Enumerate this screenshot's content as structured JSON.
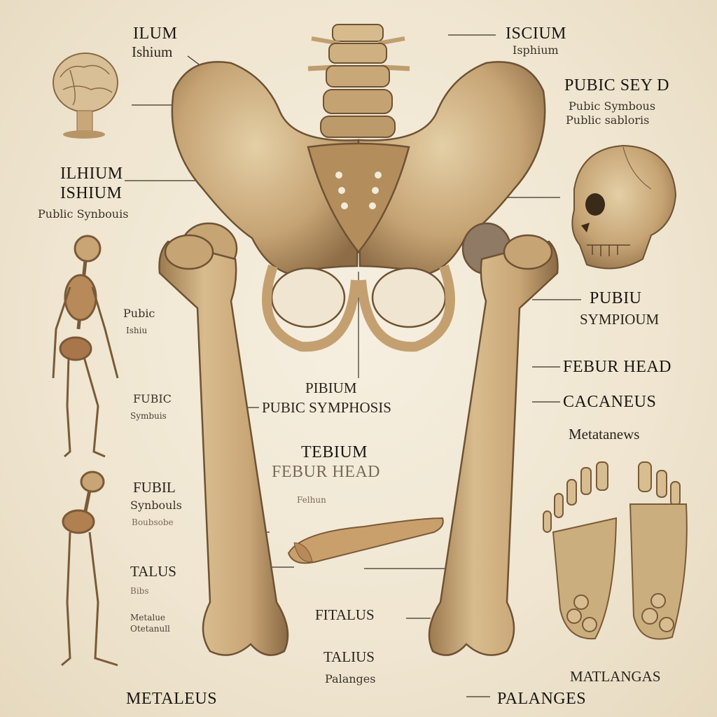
{
  "colors": {
    "background": "#f2e9d7",
    "bone": "#c8a878",
    "bone_shadow": "#8a6a45",
    "ink": "#1f1a14"
  },
  "labels": {
    "l1": "ILUM",
    "l2": "Ishium",
    "l3": "ILHIUM",
    "l4": "ISHIUM",
    "l5": "Public Synbouis",
    "l6": "Pubic",
    "l7": "Ishiu",
    "l8": "FUBIC",
    "l9": "Symbuis",
    "l10": "FUBIL",
    "l11": "Synbouls",
    "l12": "Boubsobe",
    "l13": "TALUS",
    "l14": "Bibs",
    "l15": "Metalue",
    "l16": "Otetanull",
    "l17": "METALEUS",
    "c1": "PIBIUM",
    "c2": "PUBIC SYMPHOSIS",
    "c3": "TEBIUM",
    "c4": "FEBUR HEAD",
    "c5": "Felhun",
    "c6": "FITALUS",
    "c7": "TALIUS",
    "c8": "Palanges",
    "c9": "PALANGES",
    "r1": "ISCIUM",
    "r2": "Isphium",
    "r3": "PUBIC SEY D",
    "r4": "Pubic Symbous",
    "r5": "Public sabloris",
    "r6": "PUBIU",
    "r7": "SYMPIOUM",
    "r8": "FEBUR HEAD",
    "r9": "CACANEUS",
    "r10": "Metatanews",
    "r11": "MATLANGAS"
  },
  "icons": [
    "brain-sketch",
    "skull",
    "skeleton-side",
    "skeleton-partial",
    "pelvis",
    "femur-left",
    "femur-right",
    "spine",
    "loose-bone",
    "foot-left",
    "foot-right"
  ]
}
